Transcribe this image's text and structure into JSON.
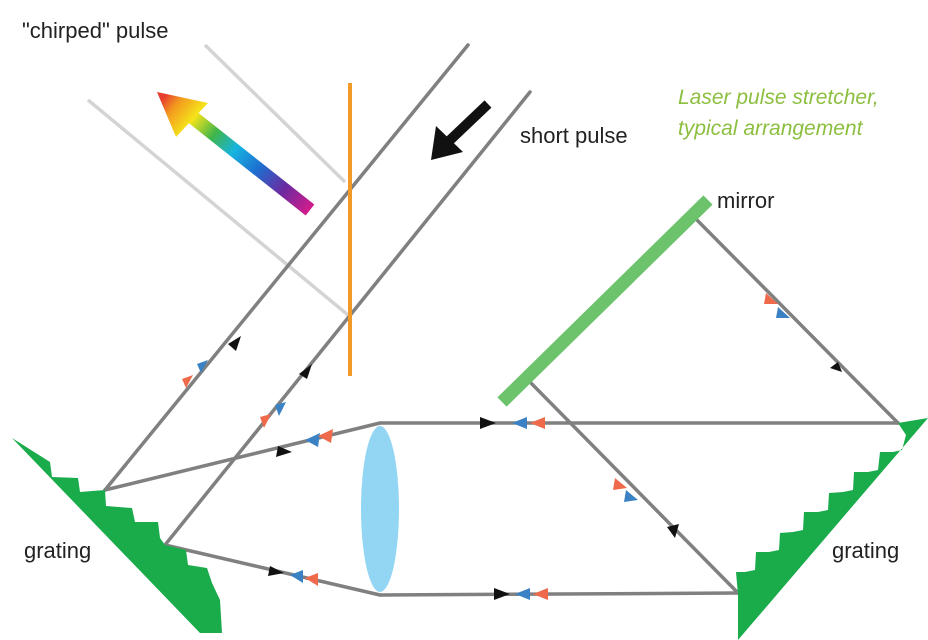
{
  "labels": {
    "chirped_pulse": "\"chirped\" pulse",
    "short_pulse": "short pulse",
    "mirror": "mirror",
    "grating_left": "grating",
    "grating_right": "grating"
  },
  "caption": {
    "line1": "Laser pulse stretcher,",
    "line2": "typical arrangement"
  },
  "colors": {
    "beam": "#808080",
    "faint_beam": "#d4d4d4",
    "grating": "#1aab4b",
    "mirror": "#6cc36c",
    "lens": "#92d6f4",
    "filter_plate": "#f29a26",
    "caption": "#8cbf3f",
    "arrow_black": "#111111",
    "arrow_red": "#ee6a4a",
    "arrow_blue": "#3b82c4"
  },
  "icons": {
    "spectrum_arrow": "rainbow-arrow-icon",
    "input_arrow": "black-arrow-icon"
  }
}
